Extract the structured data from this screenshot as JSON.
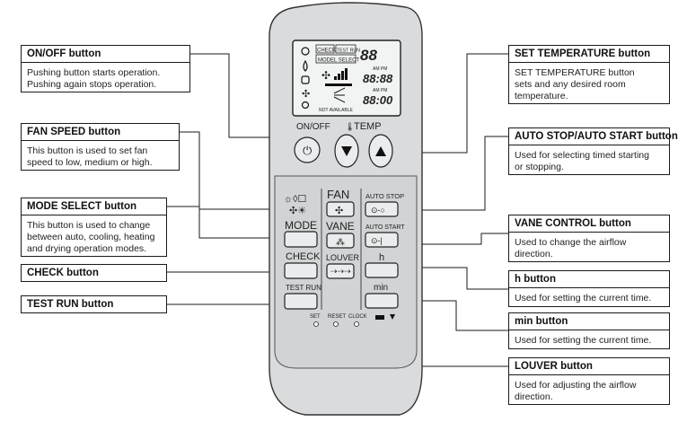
{
  "callouts": {
    "on_off": {
      "title": "ON/OFF button",
      "lines": [
        "Pushing button starts operation.",
        "Pushing again stops operation."
      ]
    },
    "fan_speed": {
      "title": "FAN SPEED button",
      "lines": [
        "This button is used to set fan",
        "speed to low, medium or high."
      ]
    },
    "mode_select": {
      "title": "MODE SELECT button",
      "lines": [
        "This button is used to change",
        "between auto, cooling, heating",
        "and drying operation modes."
      ]
    },
    "check": {
      "title": "CHECK button"
    },
    "test_run": {
      "title": "TEST RUN button"
    },
    "set_temperature": {
      "title": "SET TEMPERATURE button",
      "lines": [
        "SET TEMPERATURE button",
        "sets and any desired room",
        "temperature."
      ]
    },
    "auto_stop_start": {
      "title": "AUTO STOP/AUTO START button",
      "lines": [
        "Used for selecting timed starting",
        "or stopping."
      ]
    },
    "vane_control": {
      "title": "VANE CONTROL button",
      "lines": [
        "Used to change the airflow",
        "direction."
      ]
    },
    "h": {
      "title": "h button",
      "lines": [
        "Used for setting the current time."
      ]
    },
    "min": {
      "title": "min button",
      "lines": [
        "Used for setting the current time."
      ]
    },
    "louver": {
      "title": "LOUVER button",
      "lines": [
        "Used for adjusting the airflow",
        "direction."
      ]
    }
  },
  "remote": {
    "display": {
      "check": "CHECK",
      "test_run": "TEST RUN",
      "model_select": "MODEL SELECT",
      "big_digits": "88",
      "time1": "88:88",
      "time2": "88:00",
      "am_pm": "AM PM",
      "not_available": "NOT AVAILABLE"
    },
    "on_off": "ON/OFF",
    "temp": "TEMP",
    "fan": "FAN",
    "mode": "MODE",
    "vane": "VANE",
    "check": "CHECK",
    "louver": "LOUVER",
    "test_run": "TEST RUN",
    "auto_stop": "AUTO STOP",
    "auto_start": "AUTO START",
    "h": "h",
    "min": "min",
    "set": "SET",
    "reset": "RESET",
    "clock": "CLOCK"
  }
}
